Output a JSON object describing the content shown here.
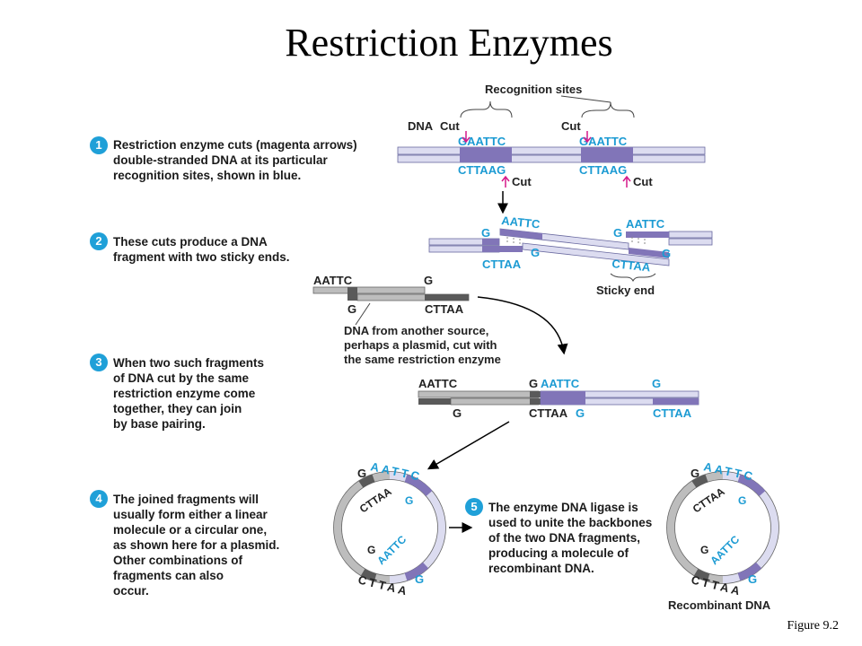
{
  "title": "Restriction Enzymes",
  "figure_ref": "Figure 9.2",
  "steps": [
    {
      "num": "1",
      "lines": [
        "Restriction enzyme cuts (magenta arrows)",
        "double-stranded DNA at its particular",
        "recognition sites, shown in blue."
      ]
    },
    {
      "num": "2",
      "lines": [
        "These cuts produce a DNA",
        "fragment with two sticky ends."
      ]
    },
    {
      "num": "3",
      "lines": [
        "When two such fragments",
        "of DNA cut by the same",
        "restriction enzyme come",
        "together, they can join",
        "by base pairing."
      ]
    },
    {
      "num": "4",
      "lines": [
        "The joined fragments will",
        "usually form either a linear",
        "molecule or a circular one,",
        "as shown here for a plasmid.",
        "Other combinations of",
        "fragments can also",
        "occur."
      ]
    },
    {
      "num": "5",
      "lines": [
        "The enzyme DNA ligase is",
        "used to unite the backbones",
        "of the two DNA fragments,",
        "producing a molecule of",
        "recombinant DNA."
      ]
    }
  ],
  "labels": {
    "recognition_sites": "Recognition sites",
    "dna": "DNA",
    "cut": "Cut",
    "top_site": "GAATTC",
    "bottom_site": "CTTAAG",
    "aattc": "AATTC",
    "cttaa": "CTTAA",
    "g": "G",
    "sticky_end": "Sticky end",
    "other_source": [
      "DNA from another source,",
      "perhaps a plasmid, cut with",
      "the same restriction enzyme"
    ],
    "recombinant_dna": "Recombinant DNA"
  },
  "colors": {
    "badge": "#1fa0d8",
    "site_text": "#1c9bd3",
    "cut_arrow": "#d6198a",
    "site_fill": "#8175b8",
    "strand_light": "#dcdcf0",
    "strand_gray": "#bdbdbd",
    "strand_dark": "#5a5a5a"
  }
}
